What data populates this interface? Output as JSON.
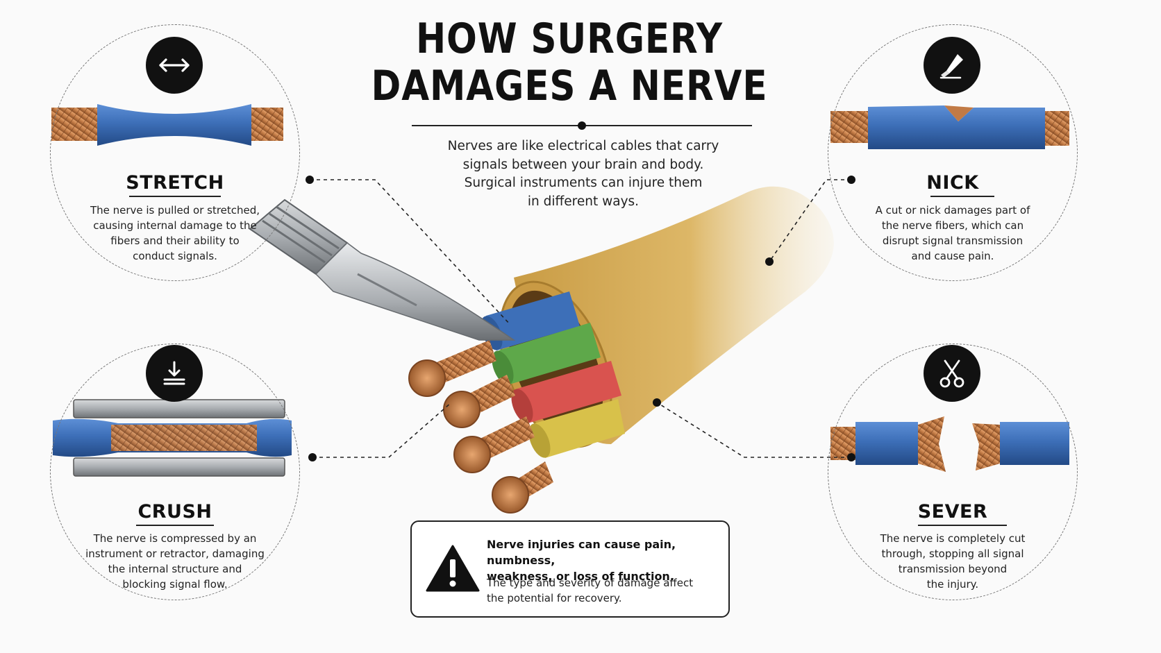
{
  "title": {
    "line1": "HOW SURGERY",
    "line2": "DAMAGES A NERVE"
  },
  "intro": {
    "line1": "Nerves are like electrical cables that carry",
    "line2": "signals between your brain and body.",
    "line3": "Surgical instruments can injure them",
    "line4": "in different ways."
  },
  "panels": [
    {
      "id": "stretch",
      "icon": "stretch-arrows-icon",
      "title": "STRETCH",
      "lines": [
        "The nerve is pulled or stretched,",
        "causing internal damage to the",
        "fibers and their ability to",
        "conduct signals."
      ]
    },
    {
      "id": "nick",
      "icon": "scalpel-icon",
      "title": "NICK",
      "lines": [
        "A cut or nick damages part of",
        "the nerve fibers, which can",
        "disrupt signal transmission",
        "and cause pain."
      ]
    },
    {
      "id": "crush",
      "icon": "press-down-icon",
      "title": "CRUSH",
      "lines": [
        "The nerve is compressed by an",
        "instrument or retractor, damaging",
        "the internal structure and",
        "blocking signal flow."
      ]
    },
    {
      "id": "sever",
      "icon": "scissors-icon",
      "title": "SEVER",
      "lines": [
        "The nerve is completely cut",
        "through, stopping all signal",
        "transmission beyond",
        "the injury."
      ]
    }
  ],
  "warning": {
    "icon": "warning-triangle-icon",
    "headline_line1": "Nerve injuries can cause pain, numbness,",
    "headline_line2": "weakness, or loss of function.",
    "detail_line1": "The type and severity of damage affect",
    "detail_line2": "the potential for recovery."
  },
  "colors": {
    "sheath": "#d9b35f",
    "fiber_blue": "#3d6fb8",
    "fiber_green": "#5ea84a",
    "fiber_red": "#d9534f",
    "fiber_yellow": "#d8c14a",
    "copper": "#c17a45",
    "steel": "#a8acb0"
  }
}
